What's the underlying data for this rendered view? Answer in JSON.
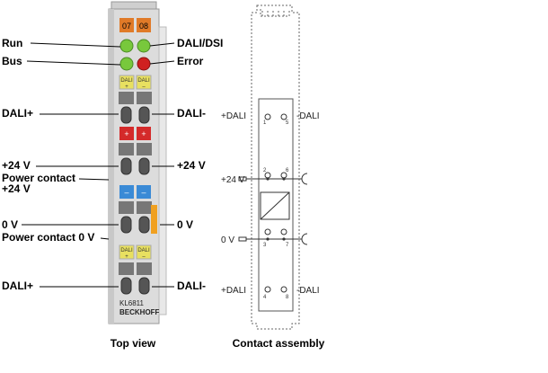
{
  "top_view": {
    "caption": "Top view",
    "led_numbers": [
      "07",
      "08"
    ],
    "labels_left": {
      "run": "Run",
      "bus": "Bus",
      "dali_plus_1": "DALI+",
      "plus24v_1": "+24 V",
      "power_contact_1": "Power contact",
      "power_contact_1b": "+24 V",
      "zero_v": "0 V",
      "power_contact_0v": "Power contact 0 V",
      "dali_plus_2": "DALI+"
    },
    "labels_right": {
      "dali_dsi": "DALI/DSI",
      "error": "Error",
      "dali_minus_1": "DALI-",
      "plus24v_2": "+24 V",
      "zero_v_2": "0 V",
      "dali_minus_2": "DALI-"
    },
    "strip_labels": {
      "dali_top": "DALI",
      "dali_bottom": "DALI",
      "plus_sign": "+",
      "minus_sign": "–"
    },
    "model": "KL6811",
    "brand": "BECKHOFF",
    "colors": {
      "led_green": "#78c83c",
      "led_red": "#d02020",
      "orange": "#e07a28",
      "red_strip": "#d42a2a",
      "blue_strip": "#3a8ad6",
      "yellow_strip": "#e8e060",
      "body": "#dcdcdc",
      "orange_contact": "#f0a020"
    }
  },
  "contact_assembly": {
    "caption": "Contact assembly",
    "labels": {
      "dali_plus_top": "+DALI",
      "dali_minus_top": "-DALI",
      "plus24v": "+24 V",
      "zero_v": "0 V",
      "dali_plus_bottom": "+DALI",
      "dali_minus_bottom": "-DALI"
    },
    "pin_numbers": [
      "1",
      "5",
      "2",
      "6",
      "3",
      "7",
      "4",
      "8"
    ]
  }
}
